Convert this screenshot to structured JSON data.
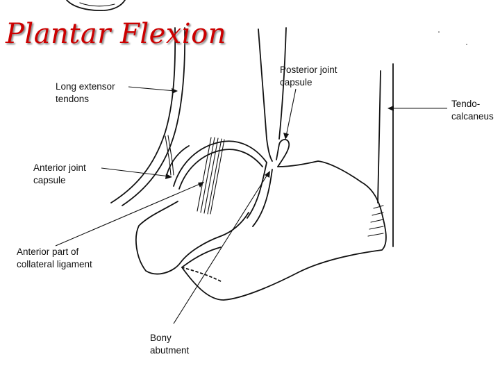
{
  "title": "Plantar Flexion",
  "labels": {
    "long_extensor": [
      "Long extensor",
      "tendons"
    ],
    "posterior_capsule": [
      "Posterior joint",
      "capsule"
    ],
    "tendo_calcaneus": [
      "Tendo-",
      "calcaneus"
    ],
    "anterior_capsule": [
      "Anterior joint",
      "capsule"
    ],
    "collateral_ligament": [
      "Anterior part of",
      "collateral ligament"
    ],
    "bony_abutment": [
      "Bony",
      "abutment"
    ]
  }
}
